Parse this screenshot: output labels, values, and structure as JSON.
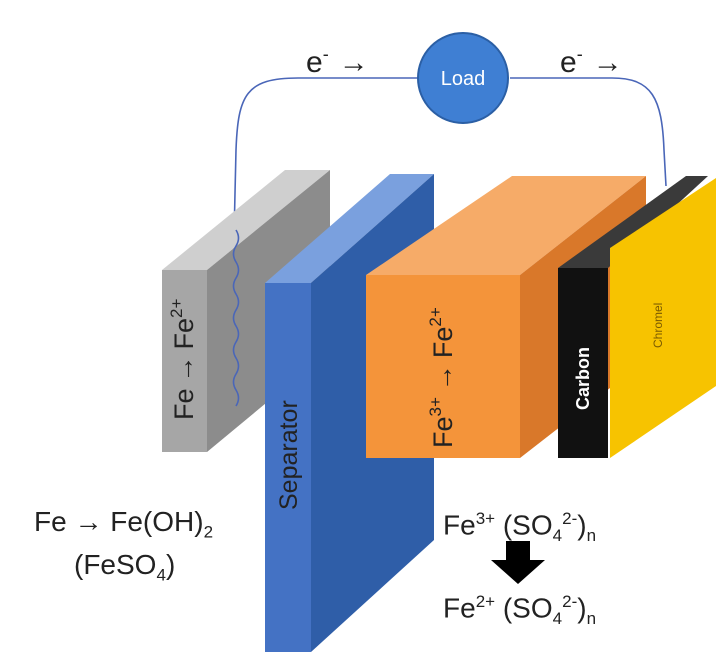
{
  "diagram": {
    "load": {
      "label": "Load",
      "color": "#3f7fd3"
    },
    "electron_left": {
      "symbol": "e",
      "charge": "-",
      "arrow": "→"
    },
    "electron_right": {
      "symbol": "e",
      "charge": "-",
      "arrow": "→"
    },
    "anode": {
      "color": "#a6a6a6",
      "reaction": {
        "from": "Fe",
        "arrow": "→",
        "to": "Fe",
        "to_charge": "2+"
      }
    },
    "separator": {
      "label": "Separator",
      "color": "#4472c4"
    },
    "catholyte": {
      "color": "#f4943a",
      "reaction": {
        "from": "Fe",
        "from_charge": "3+",
        "arrow": "→",
        "to": "Fe",
        "to_charge": "2+"
      }
    },
    "carbon": {
      "label": "Carbon",
      "color": "#111111"
    },
    "chromel": {
      "label": "Chromel",
      "color": "#f7c300"
    },
    "left_equation": {
      "line1": {
        "from": "Fe",
        "arrow": "→",
        "to": "Fe(OH)",
        "to_sub": "2"
      },
      "line2": {
        "open": "(FeSO",
        "sub": "4",
        "close": ")"
      }
    },
    "right_equation": {
      "top": {
        "ion": "Fe",
        "ion_charge": "3+",
        "open": " (SO",
        "sub": "4",
        "sup": "2-",
        "close": ")",
        "n": "n"
      },
      "bottom": {
        "ion": "Fe",
        "ion_charge": "2+",
        "open": " (SO",
        "sub": "4",
        "sup": "2-",
        "close": ")",
        "n": "n"
      }
    }
  }
}
